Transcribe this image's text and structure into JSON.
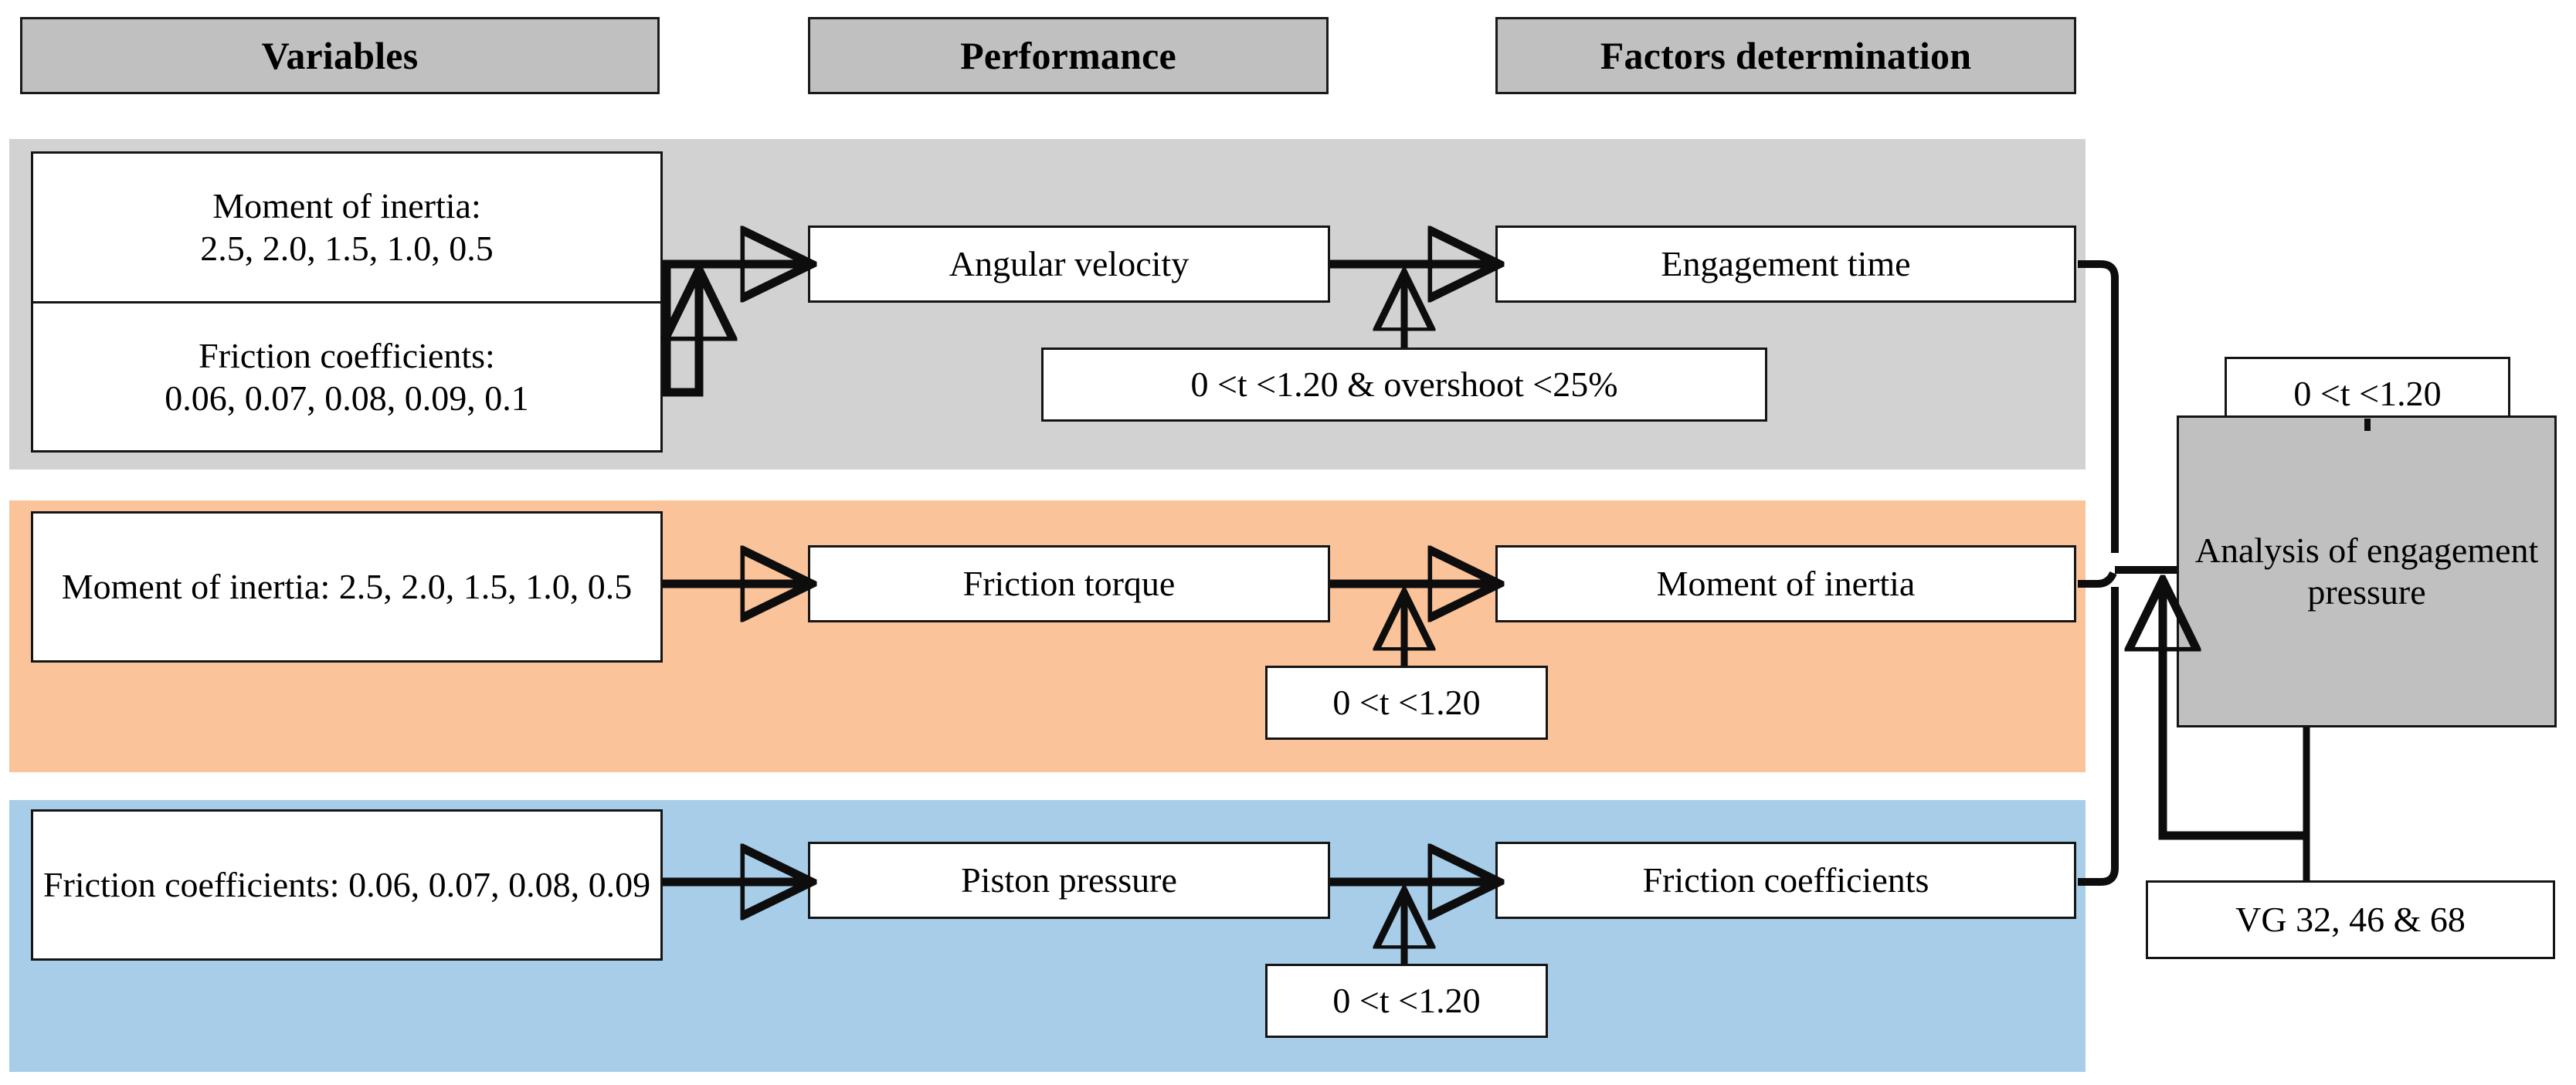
{
  "headers": [
    {
      "id": "variables",
      "label": "Variables"
    },
    {
      "id": "performance",
      "label": "Performance"
    },
    {
      "id": "factors",
      "label": "Factors determination"
    }
  ],
  "rows": [
    {
      "id": "row-angular-velocity",
      "band_color": "#d2d2d2",
      "variables": [
        {
          "title": "Moment of inertia:",
          "values": "2.5, 2.0, 1.5, 1.0, 0.5"
        },
        {
          "title": "Friction coefficients:",
          "values": "0.06, 0.07, 0.08, 0.09, 0.1"
        }
      ],
      "performance": "Angular velocity",
      "factor": "Engagement time",
      "criterion": "0 <t <1.20 & overshoot <25%"
    },
    {
      "id": "row-friction-torque",
      "band_color": "#fac39a",
      "variables": [
        {
          "title": "Moment of inertia:",
          "values": "2.5, 2.0, 1.5, 1.0, 0.5"
        }
      ],
      "performance": "Friction torque",
      "factor": "Moment of inertia",
      "criterion": "0 <t <1.20"
    },
    {
      "id": "row-piston-pressure",
      "band_color": "#a7cde9",
      "variables": [
        {
          "title": "Friction coefficients:",
          "values": "0.06, 0.07, 0.08, 0.09"
        }
      ],
      "performance": "Piston pressure",
      "factor": "Friction coefficients",
      "criterion": "0 <t <1.20"
    }
  ],
  "summary": {
    "criterion": "0 <t <1.20",
    "title_line1": "Analysis of",
    "title_line2": "engagement",
    "title_line3": "pressure",
    "oil_grades": "VG 32, 46 & 68"
  },
  "colors": {
    "band_gray": "#d2d2d2",
    "band_orange": "#fac39a",
    "band_blue": "#a7cde9",
    "header_fill": "#c0c0c0",
    "summary_fill": "#c0c0c0",
    "node_fill": "#ffffff",
    "stroke": "#0d0d0d"
  }
}
